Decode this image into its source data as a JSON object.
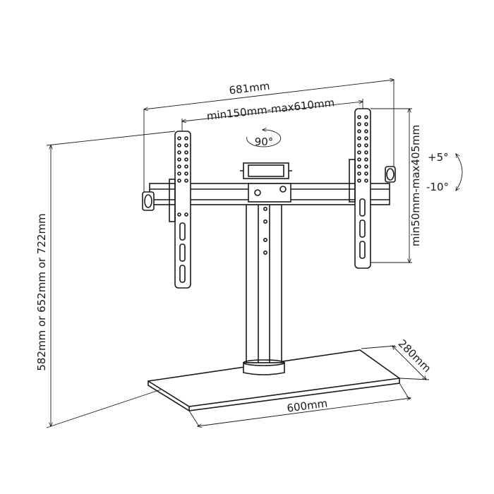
{
  "diagram": {
    "labels": {
      "overall_width": "681mm",
      "vesa_width": "min150mm-max610mm",
      "rotation": "90°",
      "vesa_height": "min50mm-max405mm",
      "tilt_up": "+5°",
      "tilt_down": "-10°",
      "height_options": "582mm or 652mm or 722mm",
      "base_depth": "280mm",
      "base_width": "600mm"
    }
  }
}
